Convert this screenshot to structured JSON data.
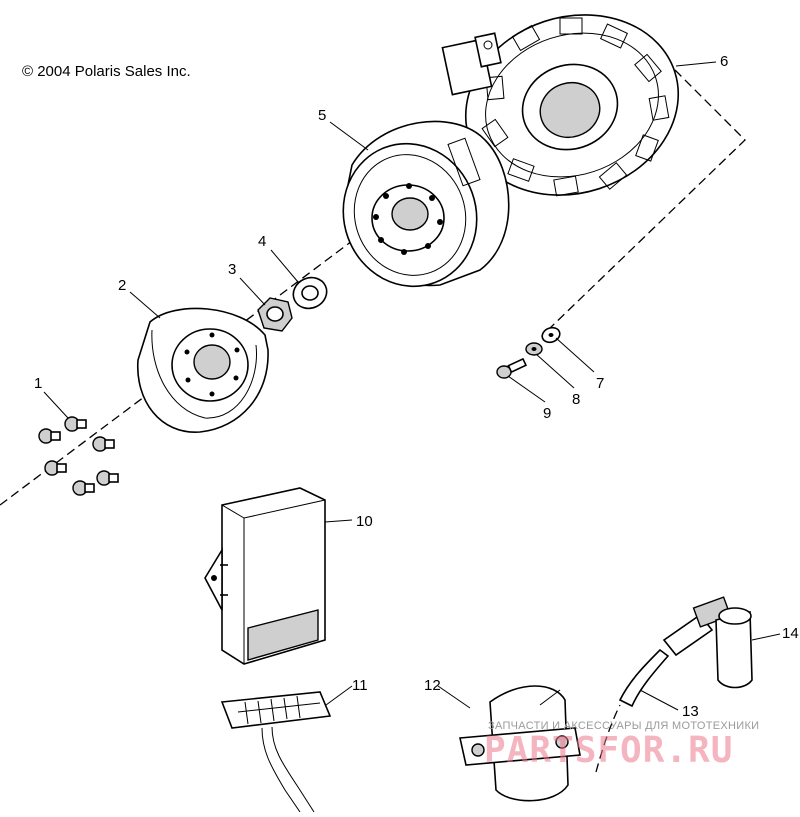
{
  "copyright": "© 2004 Polaris Sales Inc.",
  "watermark": {
    "tagline": "ЗАПЧАСТИ И АКСЕССУАРЫ ДЛЯ МОТОТЕХНИКИ",
    "logo": "PARTSFOR.RU",
    "color": "#ec788c"
  },
  "callouts": {
    "c1": "1",
    "c2": "2",
    "c3": "3",
    "c4": "4",
    "c5": "5",
    "c6": "6",
    "c7": "7",
    "c8": "8",
    "c9": "9",
    "c10": "10",
    "c11": "11",
    "c12": "12",
    "c13": "13",
    "c14": "14"
  }
}
